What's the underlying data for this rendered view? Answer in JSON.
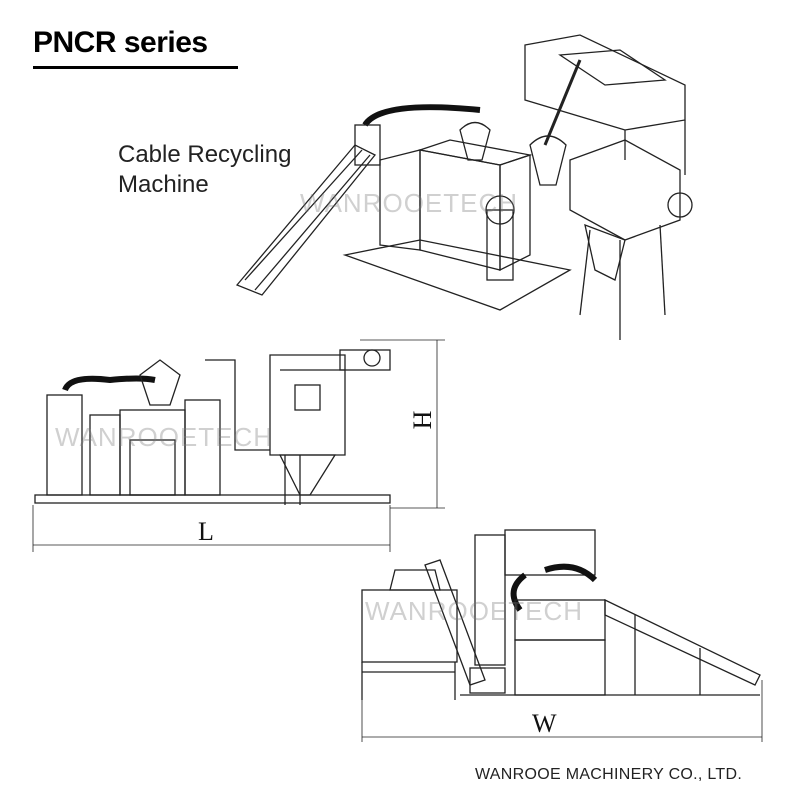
{
  "header": {
    "title": "PNCR series"
  },
  "caption": {
    "line1": "Cable Recycling",
    "line2": "Machine"
  },
  "dimensions": {
    "height_label": "H",
    "length_label": "L",
    "width_label": "W"
  },
  "watermark": "WANROOETECH",
  "footer": {
    "company": "WANROOE MACHINERY CO., LTD."
  }
}
